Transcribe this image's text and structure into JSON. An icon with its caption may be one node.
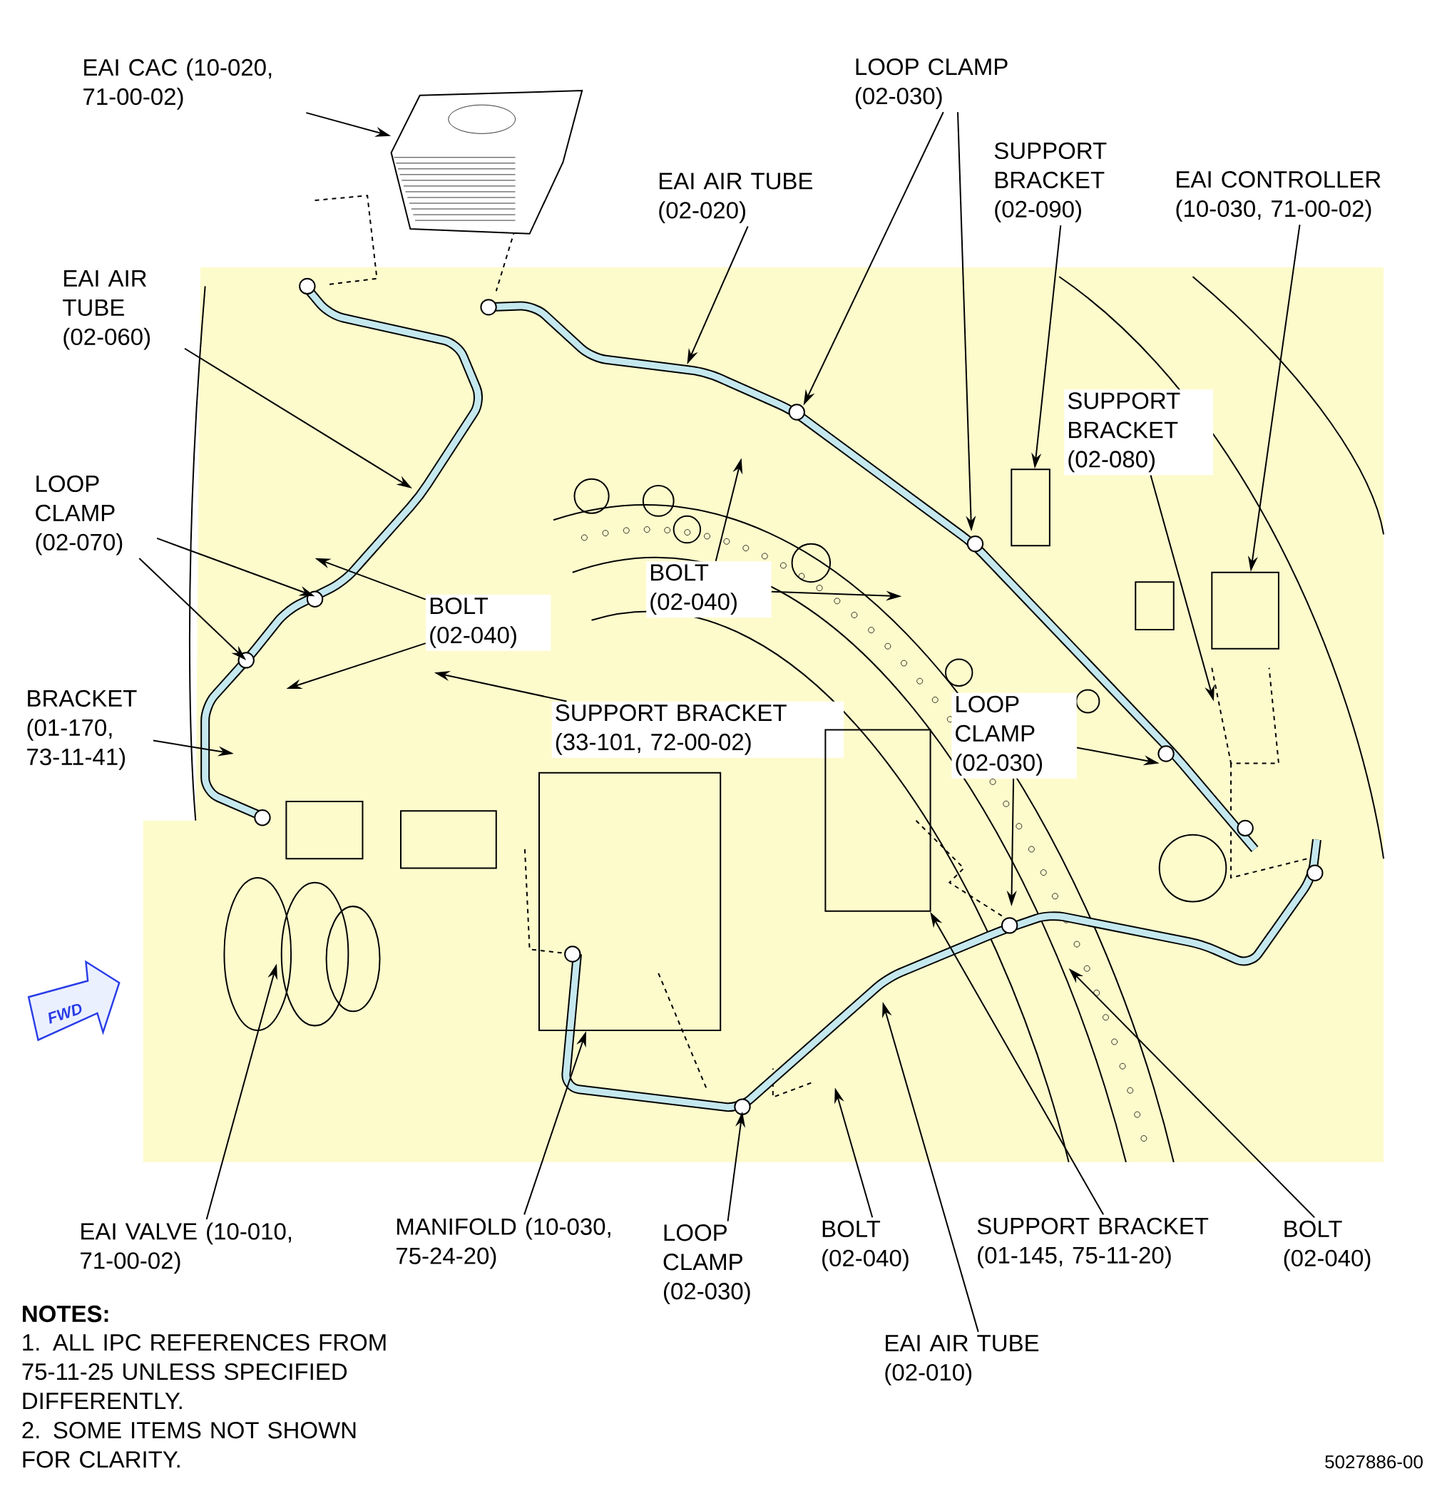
{
  "diagram": {
    "nodes": [
      {
        "text": [
          "EAI CAC (10-020, 71-00-02)"
        ]
      },
      {
        "text": [
          "LOOP CLAMP (02-030)"
        ]
      },
      {
        "text": [
          "EAI AIR TUBE (02-020)"
        ]
      },
      {
        "text": [
          "SUPPORT BRACKET (02-090)"
        ]
      },
      {
        "text": [
          "EAI CONTROLLER (10-030, 71-00-02)"
        ]
      },
      {
        "text": [
          "EAI AIR TUBE (02-060)"
        ]
      },
      {
        "text": [
          "SUPPORT BRACKET (02-080)"
        ]
      },
      {
        "text": [
          "LOOP CLAMP (02-070)"
        ]
      },
      {
        "text": [
          "BOLT (02-040)"
        ]
      },
      {
        "text": [
          "BOLT (02-040)"
        ]
      },
      {
        "text": [
          "SUPPORT BRACKET (33-101, 72-00-02)"
        ]
      },
      {
        "text": [
          "BRACKET (01-170, 73-11-41)"
        ]
      },
      {
        "text": [
          "LOOP CLAMP (02-030)"
        ]
      },
      {
        "text": [
          "EAI VALVE (10-010, 71-00-02)"
        ]
      },
      {
        "text": [
          "MANIFOLD (10-030, 75-24-20)"
        ]
      },
      {
        "text": [
          "LOOP CLAMP (02-030)"
        ]
      },
      {
        "text": [
          "BOLT (02-040)"
        ]
      },
      {
        "text": [
          "SUPPORT BRACKET (01-145, 75-11-20)"
        ]
      },
      {
        "text": [
          "BOLT (02-040)"
        ]
      },
      {
        "text": [
          "EAI AIR TUBE (02-010)"
        ]
      },
      {
        "text": [],
        "shape": "picture"
      },
      {
        "text": [],
        "shape": "box"
      },
      {
        "text": [],
        "shape": "box"
      },
      {
        "text": [],
        "shape": "box"
      },
      {
        "text": [],
        "shape": "box"
      }
    ],
    "edges": [
      {
        "from": 0,
        "to": 20,
        "arrow": "to"
      },
      {
        "from": 1,
        "to": null,
        "arrow": "to"
      },
      {
        "from": 1,
        "to": null,
        "arrow": "to"
      },
      {
        "from": 2,
        "to": null,
        "arrow": "to"
      },
      {
        "from": 3,
        "to": 24,
        "arrow": "to"
      },
      {
        "from": 4,
        "to": 21,
        "arrow": "to"
      },
      {
        "from": 5,
        "to": null,
        "arrow": "to"
      },
      {
        "from": 6,
        "to": null,
        "arrow": "to"
      },
      {
        "from": 7,
        "to": null,
        "arrow": "to"
      },
      {
        "from": 7,
        "to": null,
        "arrow": "to"
      },
      {
        "from": 8,
        "to": null,
        "arrow": "to"
      },
      {
        "from": 8,
        "to": null,
        "arrow": "to"
      },
      {
        "from": 9,
        "to": null,
        "arrow": "to"
      },
      {
        "from": 9,
        "to": null,
        "arrow": "to"
      },
      {
        "from": 10,
        "to": null,
        "arrow": "to"
      },
      {
        "from": 11,
        "to": null,
        "arrow": "to"
      },
      {
        "from": 12,
        "to": null,
        "arrow": "to"
      },
      {
        "from": 12,
        "to": null,
        "arrow": "to"
      },
      {
        "from": 13,
        "to": null,
        "arrow": "to"
      },
      {
        "from": 14,
        "to": 22,
        "arrow": "to"
      },
      {
        "from": 15,
        "to": null,
        "arrow": "to"
      },
      {
        "from": 16,
        "to": null,
        "arrow": "to"
      },
      {
        "from": 17,
        "to": 23,
        "arrow": "to"
      },
      {
        "from": 18,
        "to": null,
        "arrow": "to"
      },
      {
        "from": 19,
        "to": null,
        "arrow": "to"
      }
    ],
    "labels": [
      "FWD",
      "NOTES:",
      "1. ALL IPC REFERENCES FROM 75-11-25 UNLESS SPECIFIED DIFFERENTLY.",
      "2. SOME ITEMS NOT SHOWN FOR CLARITY.",
      "5027886-00"
    ]
  }
}
